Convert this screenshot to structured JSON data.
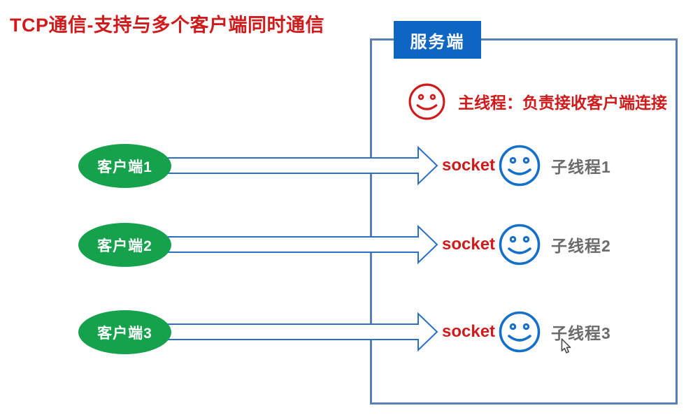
{
  "title": "TCP通信-支持与多个客户端同时通信",
  "server": {
    "label": "服务端",
    "main_thread_label": "主线程：负责接收客户端连接"
  },
  "rows": [
    {
      "client": "客户端1",
      "socket": "socket",
      "thread": "子线程1"
    },
    {
      "client": "客户端2",
      "socket": "socket",
      "thread": "子线程2"
    },
    {
      "client": "客户端3",
      "socket": "socket",
      "thread": "子线程3"
    }
  ],
  "icons": {
    "main_thread": "smiley-face-icon",
    "child_thread": "smiley-face-icon",
    "connection": "right-arrow-icon",
    "pointer": "mouse-cursor-icon"
  },
  "colors": {
    "red": "#cf1b1b",
    "green": "#16a24c",
    "header_blue": "#0f66c2",
    "box_border": "#5b7fb5",
    "arrow_blue": "#2b6fc4",
    "smiley_blue": "#1470c9",
    "gray": "#6b6b6b"
  }
}
